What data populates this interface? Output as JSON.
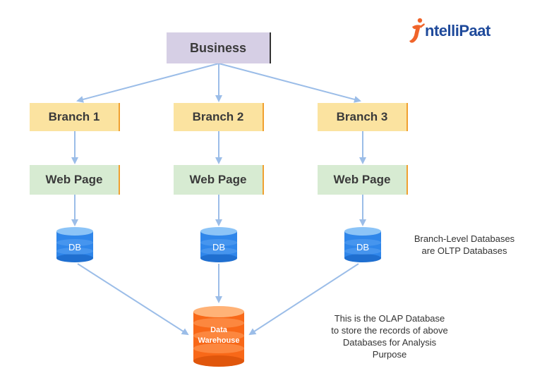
{
  "logo": {
    "brand": "ntelliPaat",
    "icon": "running-person-i-icon",
    "colors": {
      "text": "#1f4a9b",
      "figure": "#f0642a"
    }
  },
  "business": {
    "label": "Business"
  },
  "branches": [
    {
      "label": "Branch 1",
      "page": "Web Page",
      "db": "DB"
    },
    {
      "label": "Branch 2",
      "page": "Web Page",
      "db": "DB"
    },
    {
      "label": "Branch 3",
      "page": "Web Page",
      "db": "DB"
    }
  ],
  "warehouse": {
    "line1": "Data",
    "line2": "Warehouse"
  },
  "notes": {
    "oltp": [
      "Branch-Level Databases",
      "are OLTP Databases"
    ],
    "olap": [
      "This is the OLAP Database",
      "to store the records of above",
      "Databases for Analysis",
      "Purpose"
    ]
  },
  "colors": {
    "arrow": "#9bbde8",
    "db": "#2f86ea",
    "warehouse": "#f86818",
    "business": "#d6cfe5",
    "branch": "#fbe3a0",
    "web_page": "#d7ebd2"
  }
}
